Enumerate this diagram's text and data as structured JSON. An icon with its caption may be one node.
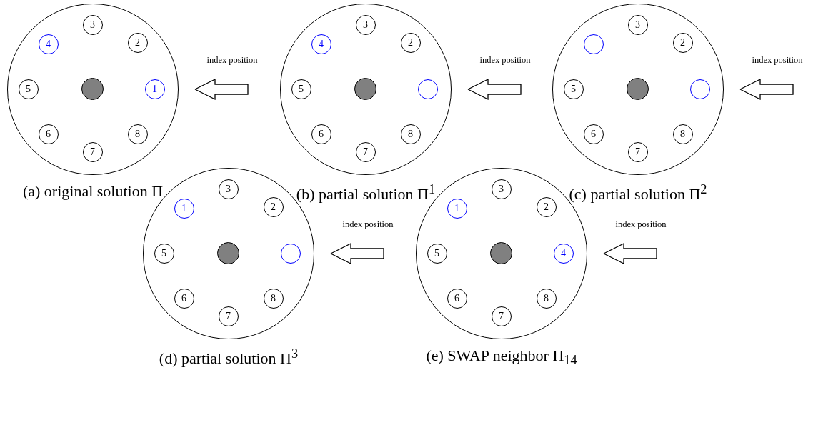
{
  "diagram": {
    "nodes": [
      {
        "text": [],
        "shape": "circle",
        "beside": [
          "(a) original solution Π"
        ]
      },
      {
        "text": [
          "3"
        ],
        "in": 0
      },
      {
        "text": [
          "4"
        ],
        "in": 0
      },
      {
        "text": [
          "2"
        ],
        "in": 0
      },
      {
        "text": [
          "5"
        ],
        "in": 0
      },
      {
        "text": [],
        "shape": "circle",
        "in": 0
      },
      {
        "text": [
          "1"
        ],
        "in": 0
      },
      {
        "text": [
          "6"
        ],
        "in": 0
      },
      {
        "text": [
          "8"
        ],
        "in": 0
      },
      {
        "text": [
          "7"
        ],
        "in": 0
      },
      {
        "text": [],
        "shape": "circle",
        "beside": [
          "(b) partial solution Π$^{1}$"
        ]
      },
      {
        "text": [
          "3"
        ],
        "in": 10
      },
      {
        "text": [
          "4"
        ],
        "in": 10
      },
      {
        "text": [
          "2"
        ],
        "in": 10
      },
      {
        "text": [
          "5"
        ],
        "in": 10
      },
      {
        "text": [],
        "shape": "circle",
        "in": 10
      },
      {
        "text": [],
        "shape": "circle",
        "in": 10
      },
      {
        "text": [
          "6"
        ],
        "in": 10
      },
      {
        "text": [
          "8"
        ],
        "in": 10
      },
      {
        "text": [
          "7"
        ],
        "in": 10
      },
      {
        "text": [],
        "shape": "circle",
        "beside": [
          "(c) partial solution Π$^{2}$"
        ]
      },
      {
        "text": [
          "3"
        ],
        "in": 20
      },
      {
        "text": [],
        "shape": "circle",
        "in": 20
      },
      {
        "text": [
          "2"
        ],
        "in": 20
      },
      {
        "text": [
          "5"
        ],
        "in": 20
      },
      {
        "text": [],
        "shape": "circle",
        "in": 20
      },
      {
        "text": [],
        "shape": "circle",
        "in": 20
      },
      {
        "text": [
          "6"
        ],
        "in": 20
      },
      {
        "text": [
          "8"
        ],
        "in": 20
      },
      {
        "text": [
          "7"
        ],
        "in": 20
      },
      {
        "text": [],
        "shape": "circle",
        "beside": [
          "(d) partial solution Π$^{3}$"
        ]
      },
      {
        "text": [
          "3"
        ],
        "in": 30
      },
      {
        "text": [
          "1"
        ],
        "in": 30
      },
      {
        "text": [
          "2"
        ],
        "in": 30
      },
      {
        "text": [
          "5"
        ],
        "in": 30
      },
      {
        "text": [],
        "shape": "circle",
        "in": 30
      },
      {
        "text": [],
        "shape": "circle",
        "in": 30
      },
      {
        "text": [
          "6"
        ],
        "in": 30
      },
      {
        "text": [
          "8"
        ],
        "in": 30
      },
      {
        "text": [
          "7"
        ],
        "in": 30
      },
      {
        "text": [],
        "shape": "circle",
        "beside": [
          "(e) SWAP neighbor Π$_{14}$"
        ]
      },
      {
        "text": [
          "3"
        ],
        "in": 40
      },
      {
        "text": [
          "1"
        ],
        "in": 40
      },
      {
        "text": [
          "2"
        ],
        "in": 40
      },
      {
        "text": [
          "5"
        ],
        "in": 40
      },
      {
        "text": [],
        "shape": "circle",
        "in": 40
      },
      {
        "text": [
          "4"
        ],
        "in": 40
      },
      {
        "text": [
          "6"
        ],
        "in": 40
      },
      {
        "text": [
          "8"
        ],
        "in": 40
      },
      {
        "text": [
          "7"
        ],
        "in": 40
      }
    ],
    "labels": [
      "index position",
      "index position",
      "index position",
      "index position",
      "index position"
    ]
  }
}
